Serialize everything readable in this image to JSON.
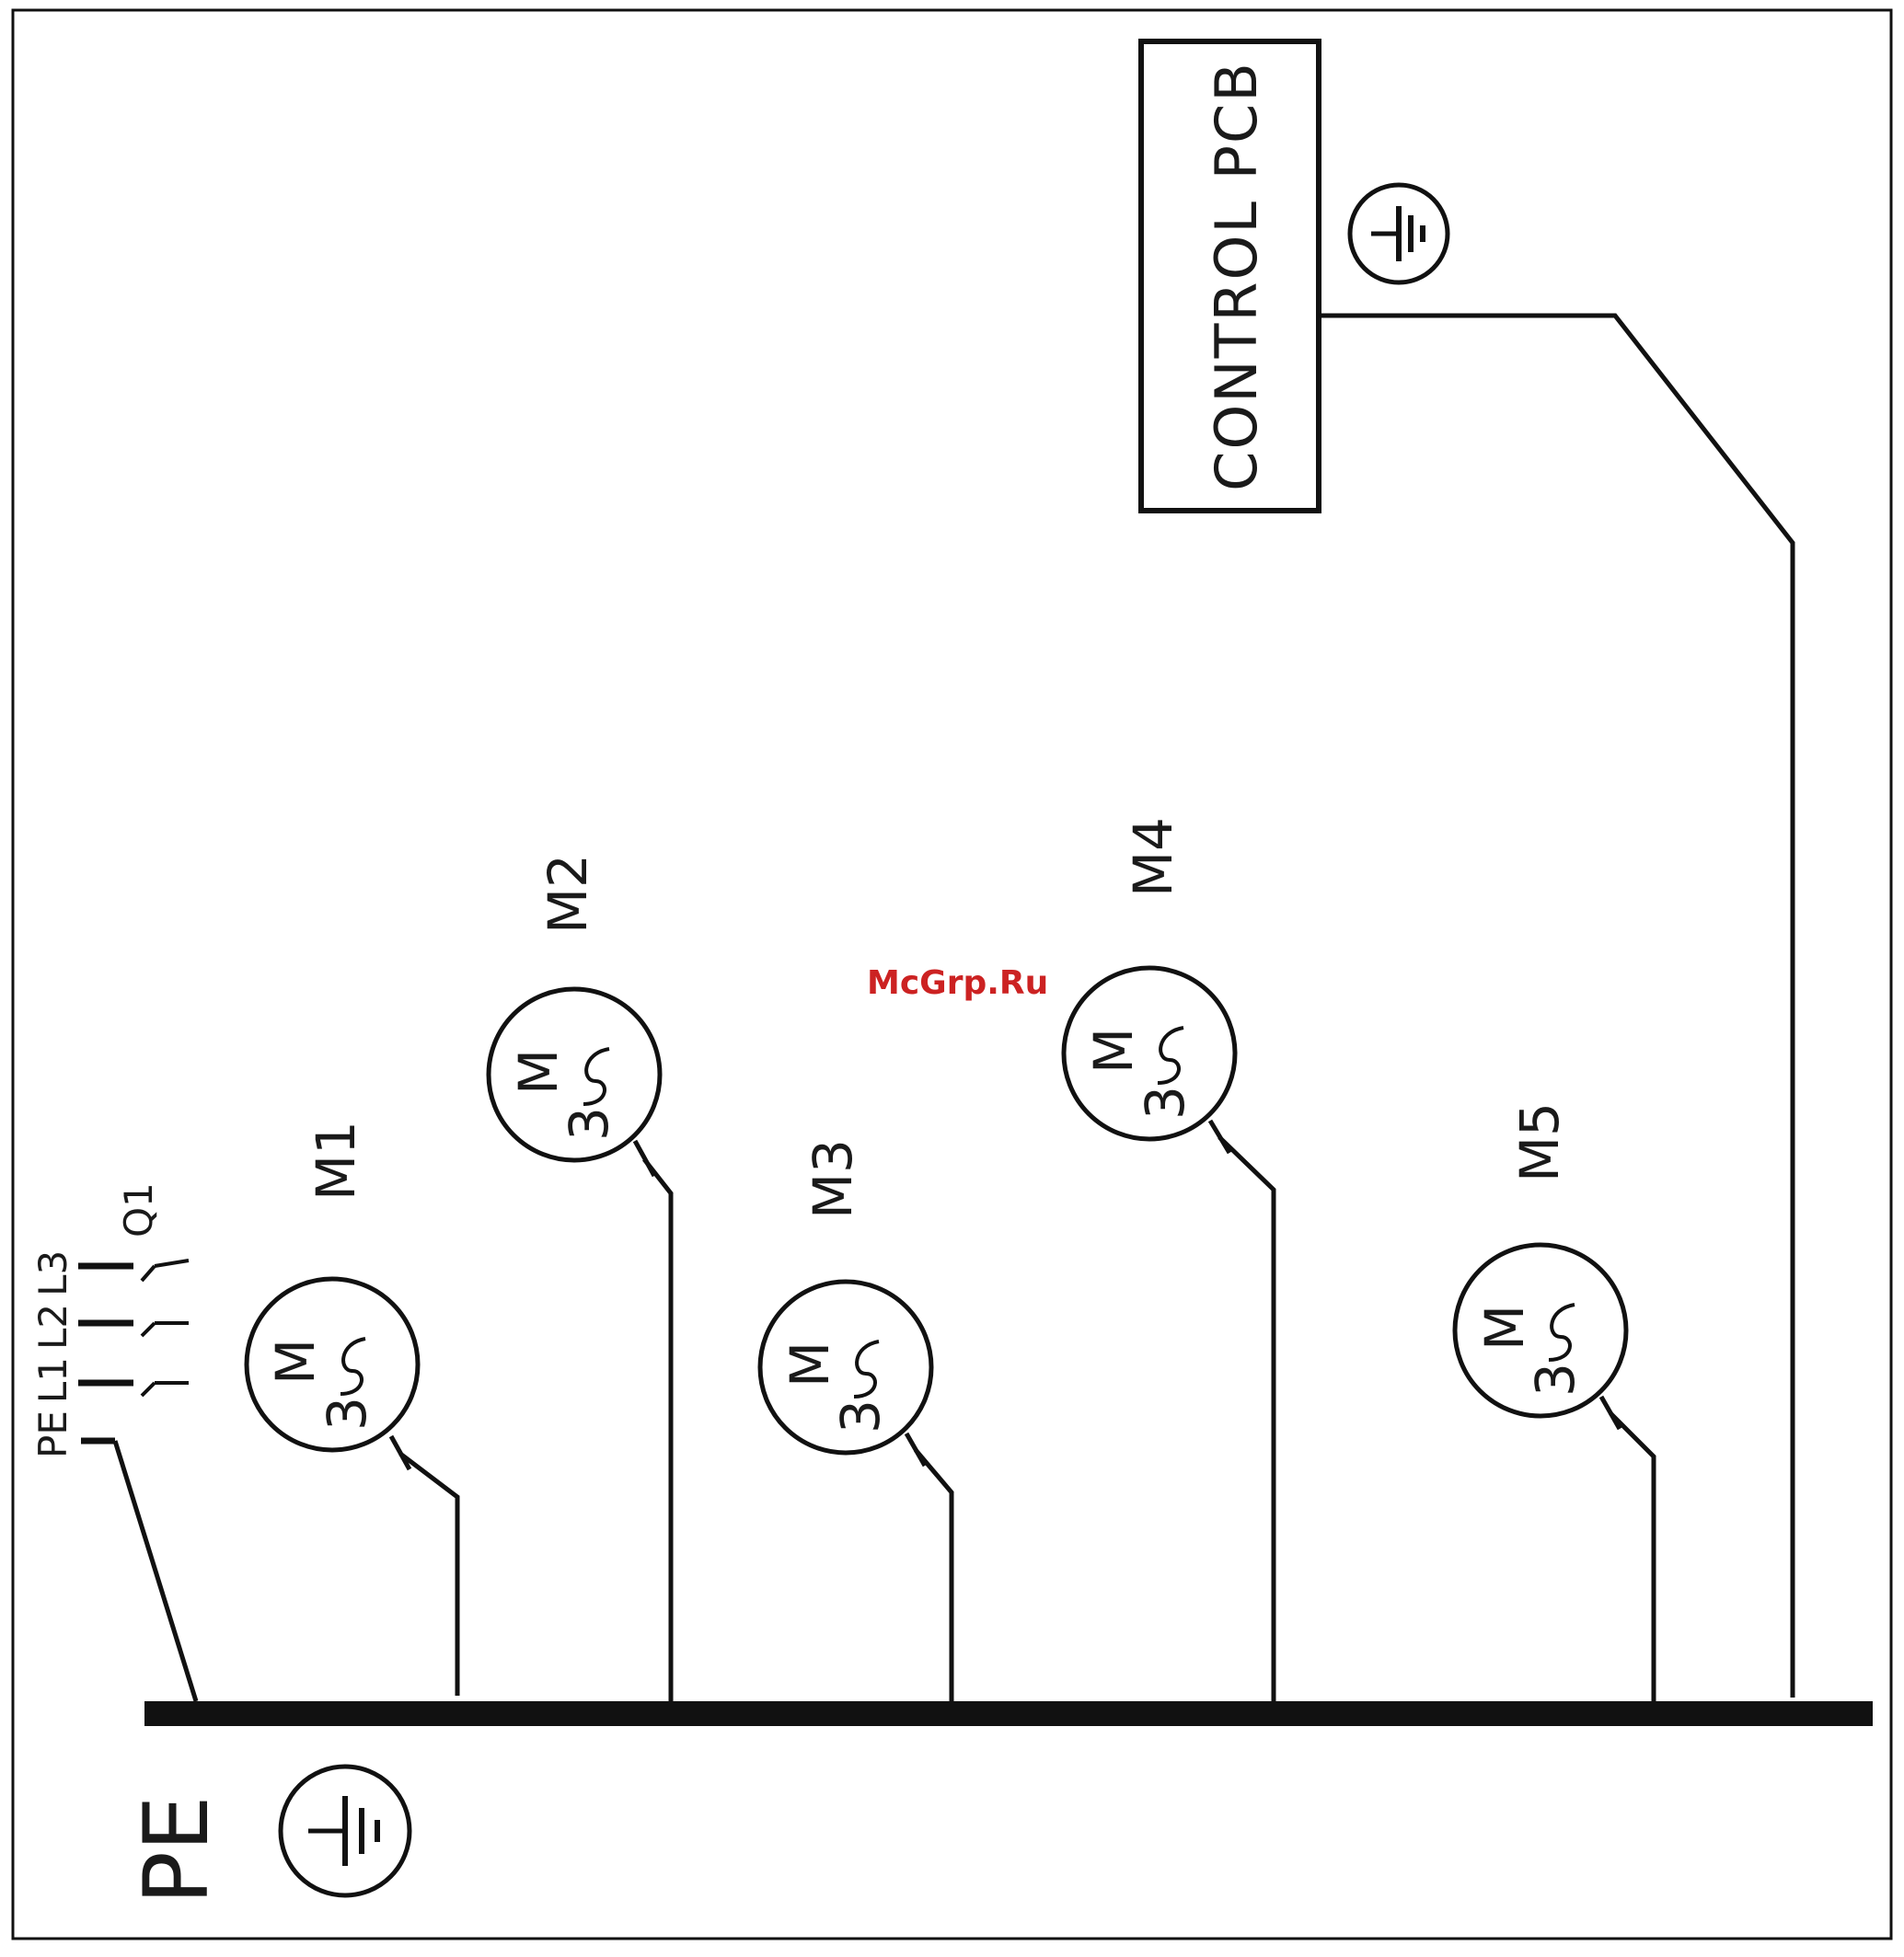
{
  "labels": {
    "control_pcb": "CONTROL PCB",
    "pe_bus": "PE",
    "switch_terminals": [
      "PE",
      "L1",
      "L2",
      "L3"
    ],
    "switch_ref": "Q1",
    "watermark": "McGrp.Ru"
  },
  "motors": [
    {
      "ref": "M1",
      "letter": "M",
      "phase": "3"
    },
    {
      "ref": "M2",
      "letter": "M",
      "phase": "3"
    },
    {
      "ref": "M3",
      "letter": "M",
      "phase": "3"
    },
    {
      "ref": "M4",
      "letter": "M",
      "phase": "3"
    },
    {
      "ref": "M5",
      "letter": "M",
      "phase": "3"
    }
  ],
  "icons": {
    "ground": "protective-earth-icon",
    "motor": "three-phase-motor-icon",
    "ac": "tilde-icon"
  },
  "colors": {
    "line": "#111111",
    "background": "#ffffff",
    "watermark": "#cc2222"
  }
}
